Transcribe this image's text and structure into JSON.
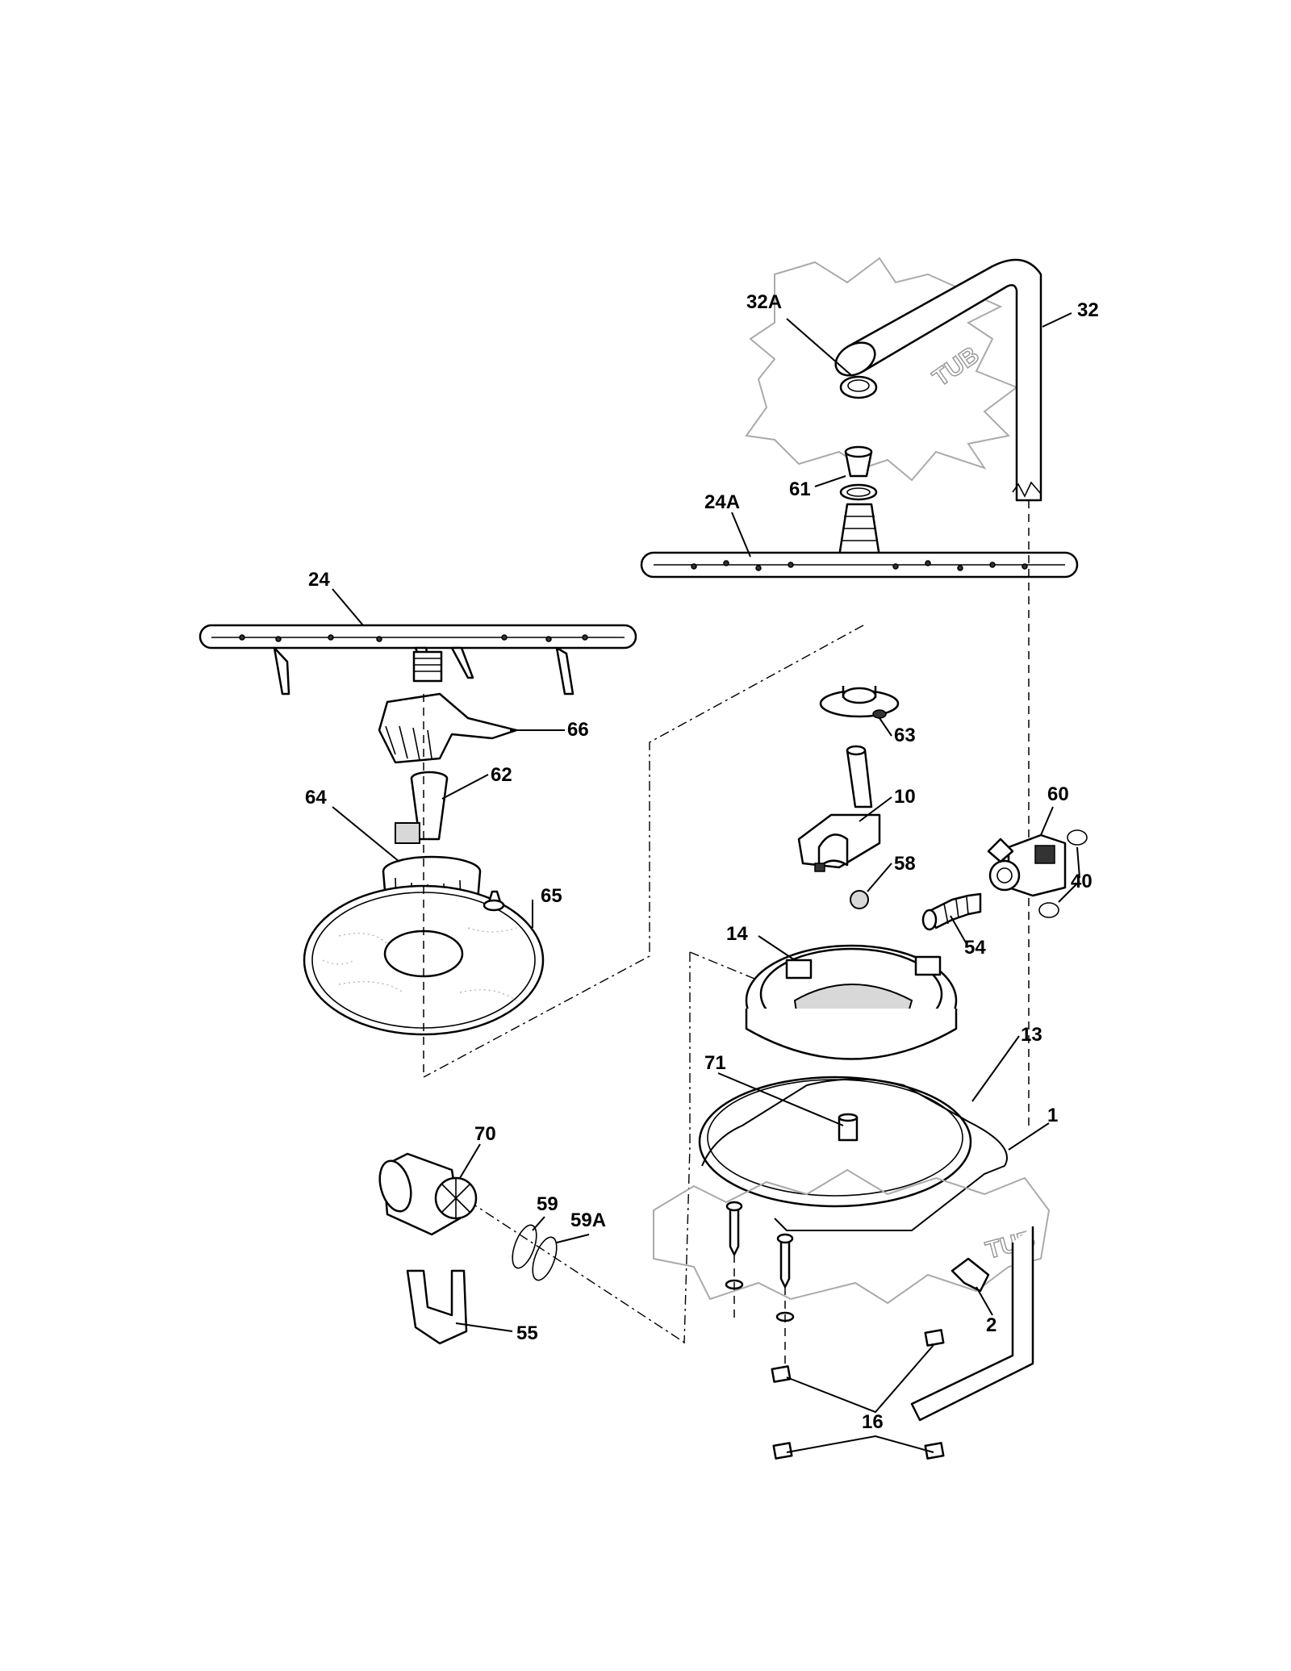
{
  "diagram": {
    "tub_label": "TUB",
    "callouts": {
      "c32A": "32A",
      "c32": "32",
      "c61": "61",
      "c24A": "24A",
      "c24": "24",
      "c66": "66",
      "c62": "62",
      "c64": "64",
      "c65": "65",
      "c63": "63",
      "c10": "10",
      "c60": "60",
      "c58": "58",
      "c40": "40",
      "c54": "54",
      "c14": "14",
      "c13": "13",
      "c71": "71",
      "c1": "1",
      "c70": "70",
      "c59": "59",
      "c59A": "59A",
      "c2": "2",
      "c55": "55",
      "c16": "16"
    }
  }
}
